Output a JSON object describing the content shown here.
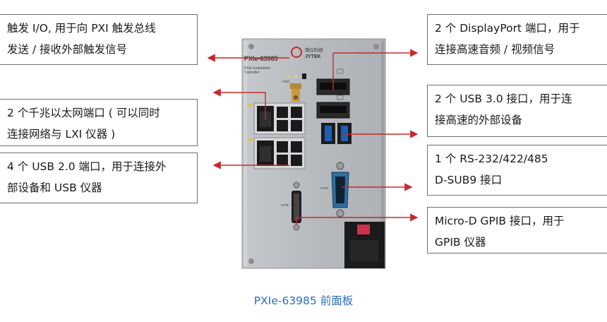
{
  "callouts": {
    "trigger": {
      "line1": "触发 I/O, 用于向 PXI 触发总线",
      "line2": "发送 / 接收外部触发信号"
    },
    "ethernet": {
      "line1": "2 个千兆以太网端口 ( 可以同时",
      "line2": "连接网络与 LXI 仪器 )"
    },
    "usb2": {
      "line1": "4 个 USB 2.0 端口，用于连接外",
      "line2": "部设备和 USB 仪器"
    },
    "dp": {
      "line1": "2 个 DisplayPort 端口，用于",
      "line2": "连接高速音频 / 视频信号"
    },
    "usb3": {
      "line1": "2 个 USB 3.0 接口，用于连",
      "line2": "接高速的外部设备"
    },
    "serial": {
      "line1": "1 个 RS-232/422/485",
      "line2": "D-SUB9 接口"
    },
    "gpib": {
      "line1": "Micro-D GPIB 接口，用于",
      "line2": "GPIB 仪器"
    }
  },
  "panel": {
    "model": "PXIe-63985",
    "subtitle1": "PXIe Embedded",
    "subtitle2": "Controller",
    "brand": "JYTEK",
    "brand_cn": "简仪科技",
    "pwr_label": "PWR",
    "com_label": "COM",
    "gpib_label": "GPIB"
  },
  "caption": "PXIe-63985 前面板",
  "colors": {
    "arrow": "#c8282a",
    "caption": "#2a6cc0",
    "panel": "#b9bcc0"
  }
}
